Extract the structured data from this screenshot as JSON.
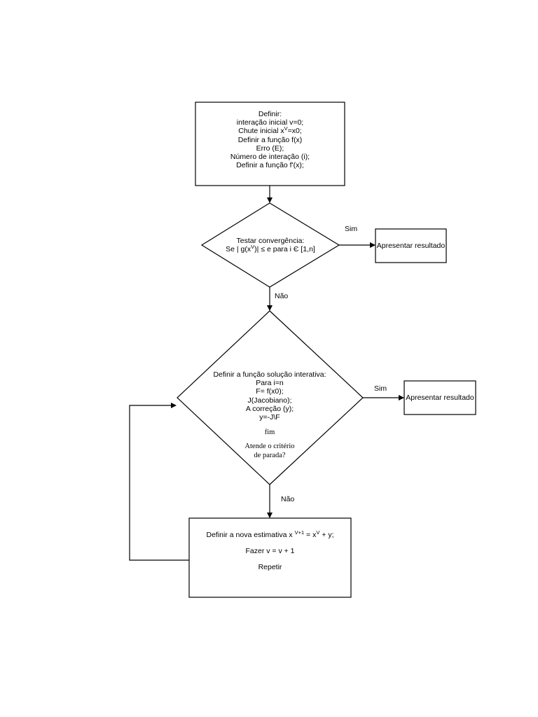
{
  "start_box": {
    "lines": [
      "Definir:",
      "interação inicial v=0;",
      "Chute inicial x",
      "V",
      "=x0;",
      "Definir a função f(x)",
      "Erro (E);",
      "Número de interação (i);",
      "Definir a função f'(x);"
    ]
  },
  "convergence": {
    "line1": "Testar convergência:",
    "line2_a": "Se | g(x",
    "line2_sup": "V",
    "line2_b": ")| ≤ e para i Є [1,n]"
  },
  "result_box_1": {
    "label": "Apresentar resultado"
  },
  "result_box_2": {
    "label": "Apresentar resultado"
  },
  "edges": {
    "sim_1": "Sim",
    "nao_1": "Não",
    "sim_2": "Sim",
    "nao_2": "Não"
  },
  "solution": {
    "lines": [
      "Definir a função solução interativa:",
      "Para i=n",
      "F= f(x0);",
      "J(Jacobiano);",
      "A correção (y);",
      "y=-J\\F",
      "fim",
      "Atende o critério",
      "de parada?"
    ]
  },
  "update_box": {
    "line1_a": "Definir a nova estimativa x ",
    "line1_sup1": "V+1",
    "line1_b": " =  x",
    "line1_sup2": "V",
    "line1_c": " + y;",
    "line2": "Fazer v = v + 1",
    "line3": "Repetir"
  }
}
